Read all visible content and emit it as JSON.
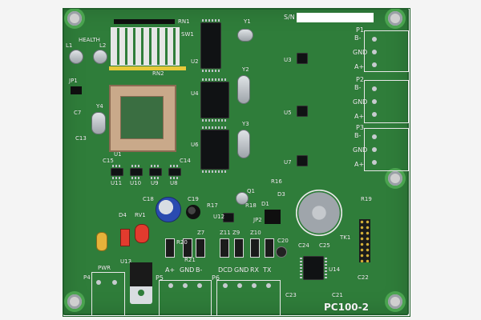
{
  "board": {
    "model": "PC100-2",
    "sn_label": "S/N"
  },
  "silkscreen": {
    "health": "HEALTH",
    "rn1": "RN1",
    "sw1": "SW1",
    "rn2": "RN2",
    "u1": "U1",
    "u2": "U2",
    "u3": "U3",
    "u4": "U4",
    "u5": "U5",
    "u6": "U6",
    "u7": "U7",
    "u8": "U8",
    "u9": "U9",
    "u10": "U10",
    "u11": "U11",
    "u12": "U12",
    "u13": "U13",
    "u14": "U14",
    "y1": "Y1",
    "y2": "Y2",
    "y3": "Y3",
    "y4": "Y4",
    "jp1": "JP1",
    "jp2": "JP2",
    "l1": "L1",
    "l2": "L2",
    "pwr": "PWR",
    "p1": "P1",
    "p2": "P2",
    "p3": "P3",
    "p4": "P4",
    "p5": "P5",
    "p6": "P6",
    "tk1": "TK1",
    "rv1": "RV1",
    "d4": "D4",
    "c18": "C18",
    "c19": "C19",
    "c20": "C20",
    "c21": "C21",
    "c22": "C22",
    "c23": "C23",
    "c24": "C24",
    "c25": "C25",
    "c15": "C15",
    "c14": "C14",
    "c13": "C13",
    "c7": "C7",
    "r19": "R19",
    "z11": "Z11",
    "z9": "Z9",
    "z10": "Z10",
    "z7": "Z7",
    "r20": "R20",
    "r21": "R21",
    "r17": "R17",
    "r18": "R18",
    "r16": "R16",
    "d1": "D1",
    "d3": "D3",
    "q1": "Q1"
  },
  "connectors": {
    "p1_pins": [
      "B-",
      "GND",
      "A+"
    ],
    "p2_pins": [
      "B-",
      "GND",
      "A+"
    ],
    "p3_pins": [
      "B-",
      "GND",
      "A+"
    ],
    "p5_pins": [
      "A+",
      "GND",
      "B-"
    ],
    "p6_pins": [
      "DCD",
      "GND",
      "RX",
      "TX"
    ]
  },
  "colors": {
    "pcb_green": "#2f7d3a",
    "silkscreen": "#f2f2f2",
    "mount_ring": "#4aa34f",
    "chip_black": "#101214",
    "sn_box": "#ffffff"
  }
}
